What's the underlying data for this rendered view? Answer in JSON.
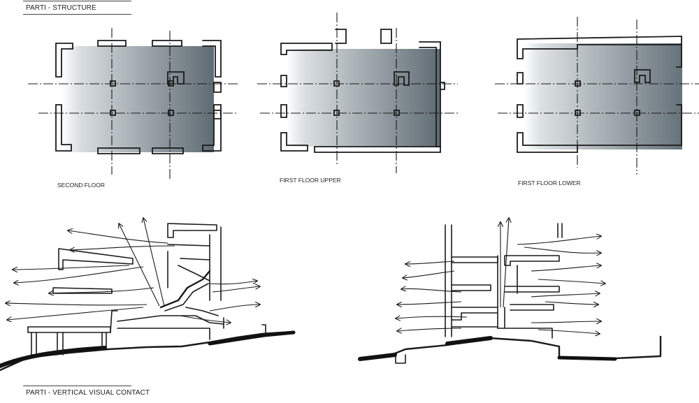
{
  "headings": {
    "top": "PARTI - STRUCTURE",
    "bottom": "PARTI - VERTICAL VISUAL CONTACT"
  },
  "plans": [
    {
      "label": "SECOND FLOOR"
    },
    {
      "label": "FIRST FLOOR UPPER"
    },
    {
      "label": "FIRST FLOOR LOWER"
    }
  ],
  "colors": {
    "ink": "#1a1a1a",
    "shade_dark": "#5b6770",
    "shade_light": "#ffffff"
  }
}
